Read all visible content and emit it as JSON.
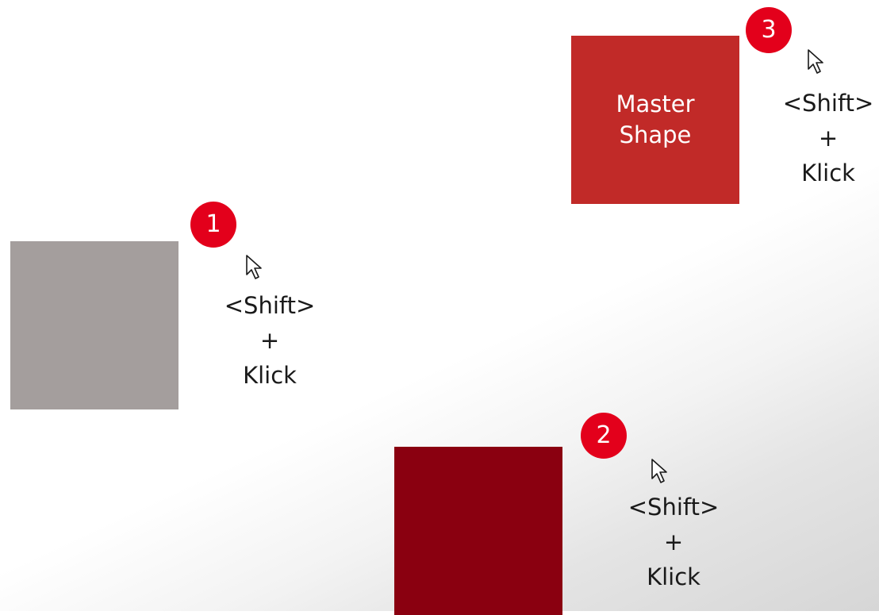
{
  "steps": [
    {
      "number": "1",
      "shape_color": "#a49e9d",
      "modifier": "<Shift>",
      "plus": "+",
      "action": "Klick"
    },
    {
      "number": "2",
      "shape_color": "#8a0010",
      "modifier": "<Shift>",
      "plus": "+",
      "action": "Klick"
    },
    {
      "number": "3",
      "shape_color": "#c12a28",
      "shape_label": "Master\nShape",
      "modifier": "<Shift>",
      "plus": "+",
      "action": "Klick"
    }
  ],
  "colors": {
    "badge": "#e3001b",
    "text": "#1a1a1a"
  },
  "icons": {
    "cursor": "mouse-pointer-icon"
  }
}
